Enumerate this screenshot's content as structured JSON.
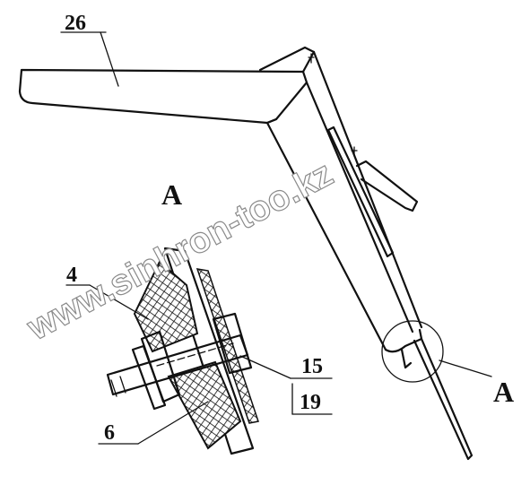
{
  "labels": {
    "part_26": "26",
    "view_a_title": "A",
    "part_4": "4",
    "part_6": "6",
    "part_15": "15",
    "part_19": "19",
    "callout_a": "A"
  },
  "watermark": "www.sinhron-too.kz",
  "colors": {
    "line": "#111111",
    "hatch": "#111111",
    "watermark_outline": "#8a8a8a"
  }
}
